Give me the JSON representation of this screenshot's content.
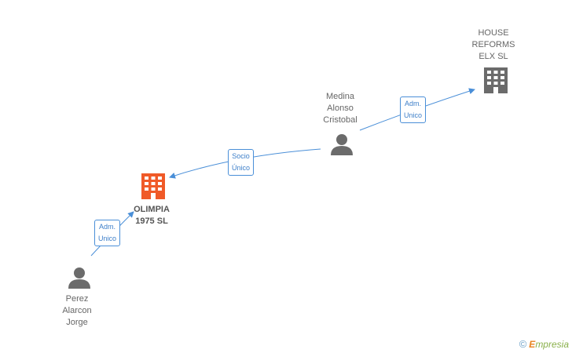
{
  "nodes": {
    "house_reforms": {
      "lines": [
        "HOUSE",
        "REFORMS",
        "ELX SL"
      ]
    },
    "medina": {
      "lines": [
        "Medina",
        "Alonso",
        "Cristobal"
      ]
    },
    "olimpia": {
      "lines": [
        "OLIMPIA",
        "1975 SL"
      ]
    },
    "perez": {
      "lines": [
        "Perez",
        "Alarcon",
        "Jorge"
      ]
    }
  },
  "edges": {
    "adm_unico_house": {
      "lines": [
        "Adm.",
        "Unico"
      ]
    },
    "socio_unico": {
      "lines": [
        "Socio",
        "Único"
      ]
    },
    "adm_unico_olimpia": {
      "lines": [
        "Adm.",
        "Unico"
      ]
    }
  },
  "watermark": {
    "copyright": "©",
    "brand_first": "E",
    "brand_rest": "mpresia"
  },
  "colors": {
    "edge": "#4a8fd8",
    "person": "#6b6b6b",
    "company": "#6b6b6b",
    "company_highlight": "#f05a28"
  }
}
